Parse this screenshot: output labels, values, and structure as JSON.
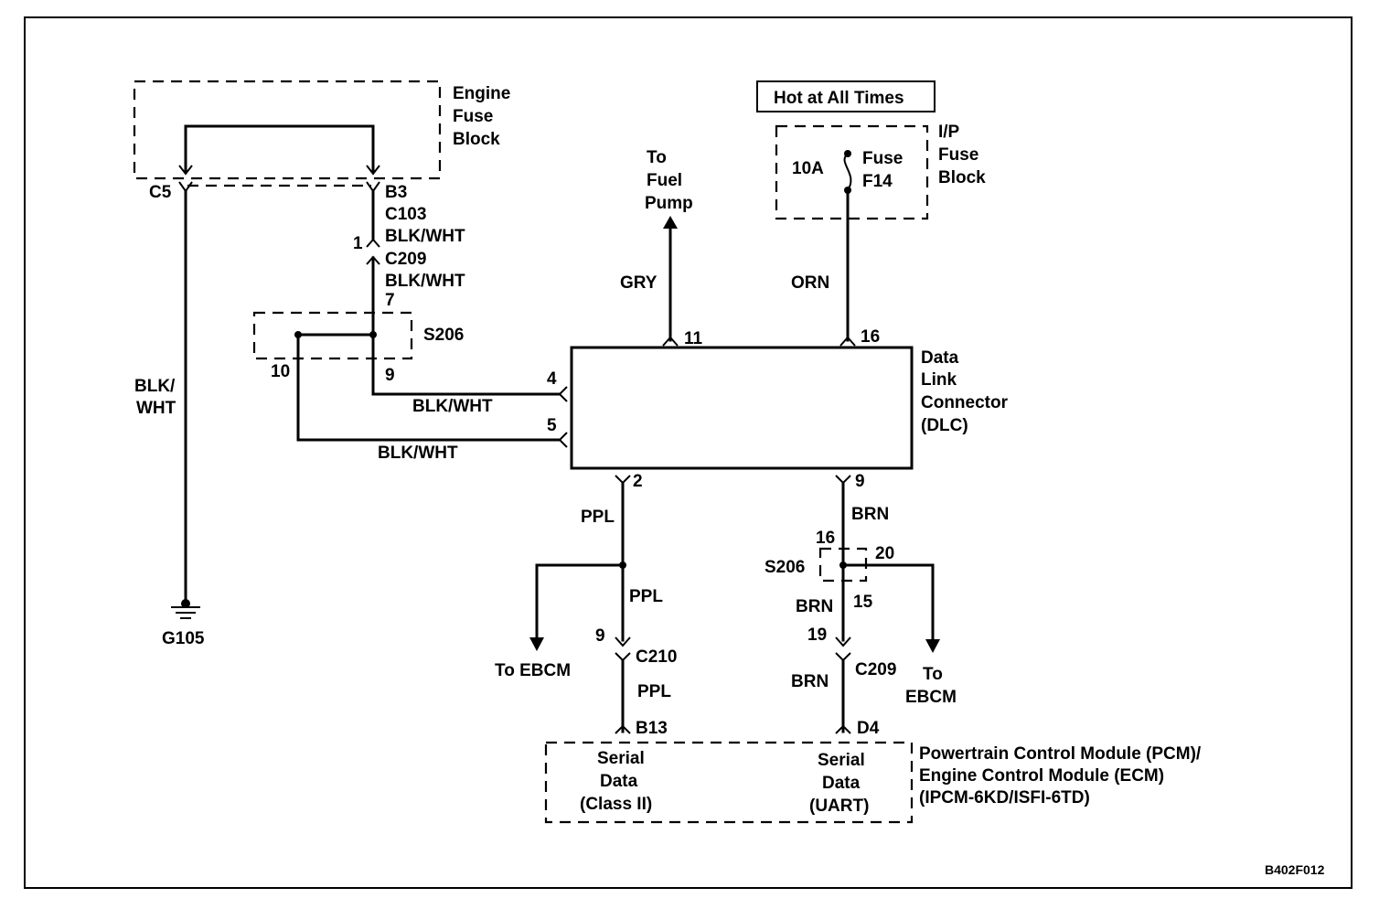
{
  "engine_fuse_block": {
    "line1": "Engine",
    "line2": "Fuse",
    "line3": "Block"
  },
  "c5": "C5",
  "b3": "B3",
  "c103": "C103",
  "blk_wht_1": "BLK/WHT",
  "pin_1": "1",
  "c209_top": "C209",
  "blk_wht_2": "BLK/WHT",
  "pin_7": "7",
  "s206_top": "S206",
  "pin_10": "10",
  "pin_9_splice": "9",
  "blk_wht_left_1": "BLK/",
  "blk_wht_left_2": "WHT",
  "g105": "G105",
  "pin_4": "4",
  "blk_wht_pin4": "BLK/WHT",
  "pin_5": "5",
  "blk_wht_pin5": "BLK/WHT",
  "to_fuel_pump": {
    "line1": "To",
    "line2": "Fuel",
    "line3": "Pump"
  },
  "gry": "GRY",
  "pin_11": "11",
  "hot_at_all_times": "Hot at All Times",
  "fuse_rating": "10A",
  "fuse_name": {
    "line1": "Fuse",
    "line2": "F14"
  },
  "ip_fuse_block": {
    "line1": "I/P",
    "line2": "Fuse",
    "line3": "Block"
  },
  "orn": "ORN",
  "pin_16": "16",
  "dlc": {
    "line1": "Data",
    "line2": "Link",
    "line3": "Connector",
    "line4": "(DLC)"
  },
  "pin_2": "2",
  "ppl_1": "PPL",
  "ppl_2": "PPL",
  "to_ebcm_left": "To EBCM",
  "pin_9_c210": "9",
  "c210": "C210",
  "ppl_3": "PPL",
  "b13": "B13",
  "pin_9_dlc": "9",
  "brn_1": "BRN",
  "pin_16_s206": "16",
  "pin_20": "20",
  "s206_bottom": "S206",
  "brn_2": "BRN",
  "pin_15": "15",
  "pin_19": "19",
  "brn_3": "BRN",
  "c209_bottom": "C209",
  "to_ebcm_right": {
    "line1": "To",
    "line2": "EBCM"
  },
  "d4": "D4",
  "serial_class2": {
    "line1": "Serial",
    "line2": "Data",
    "line3": "(Class II)"
  },
  "serial_uart": {
    "line1": "Serial",
    "line2": "Data",
    "line3": "(UART)"
  },
  "pcm": {
    "line1": "Powertrain Control Module (PCM)/",
    "line2": "Engine Control Module (ECM)",
    "line3": "(IPCM-6KD/ISFI-6TD)"
  },
  "figure_code": "B402F012"
}
